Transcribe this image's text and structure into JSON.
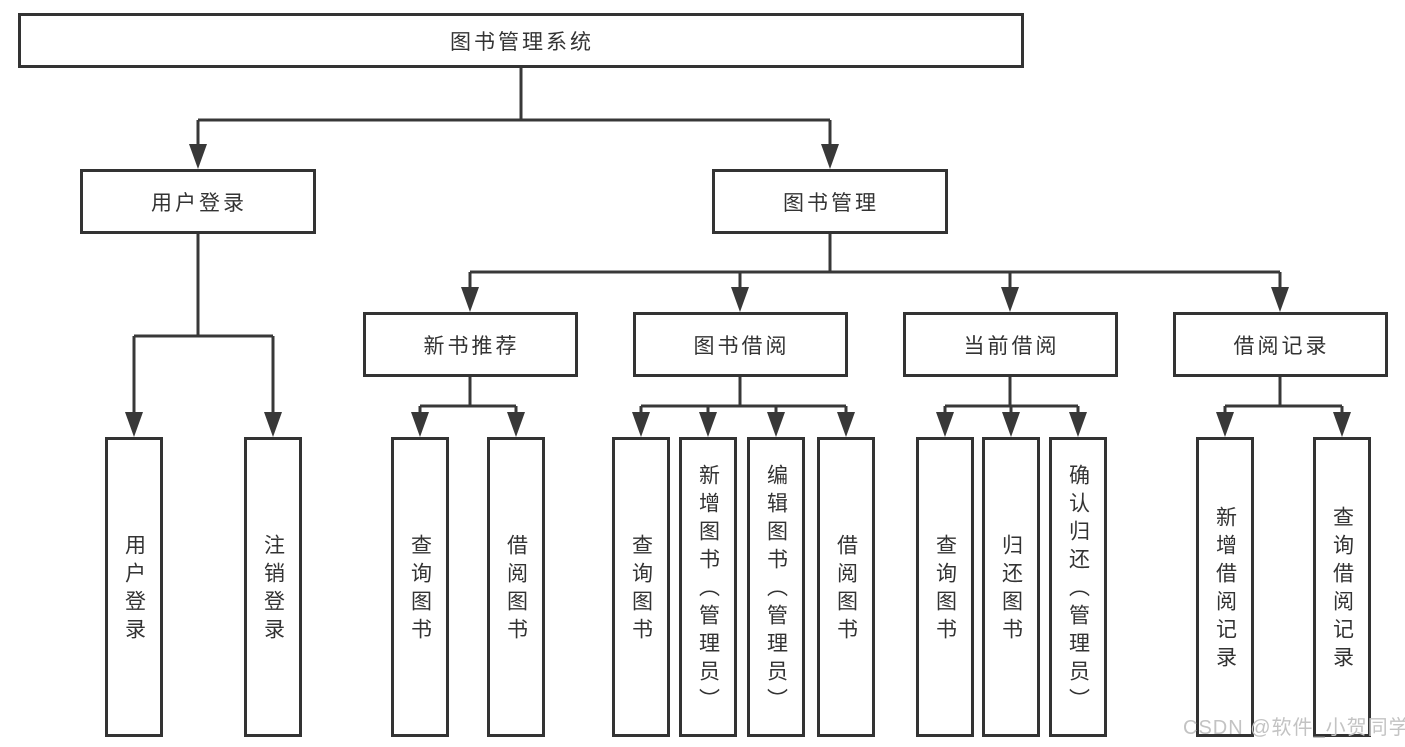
{
  "tree": {
    "root": {
      "label": "图书管理系统",
      "children": [
        {
          "label": "用户登录",
          "children": [
            {
              "label": "用户登录"
            },
            {
              "label": "注销登录"
            }
          ]
        },
        {
          "label": "图书管理",
          "children": [
            {
              "label": "新书推荐",
              "children": [
                {
                  "label": "查询图书"
                },
                {
                  "label": "借阅图书"
                }
              ]
            },
            {
              "label": "图书借阅",
              "children": [
                {
                  "label": "查询图书"
                },
                {
                  "label": "新增图书（管理员）"
                },
                {
                  "label": "编辑图书（管理员）"
                },
                {
                  "label": "借阅图书"
                }
              ]
            },
            {
              "label": "当前借阅",
              "children": [
                {
                  "label": "查询图书"
                },
                {
                  "label": "归还图书"
                },
                {
                  "label": "确认归还（管理员）"
                }
              ]
            },
            {
              "label": "借阅记录",
              "children": [
                {
                  "label": "新增借阅记录"
                },
                {
                  "label": "查询借阅记录"
                }
              ]
            }
          ]
        }
      ]
    }
  },
  "watermark": {
    "text": "CSDN @软件_小贺同学"
  },
  "colors": {
    "line": "#383838",
    "box_border": "#333333",
    "text": "#333333",
    "watermark": "#c3c3c3",
    "background": "#ffffff"
  }
}
